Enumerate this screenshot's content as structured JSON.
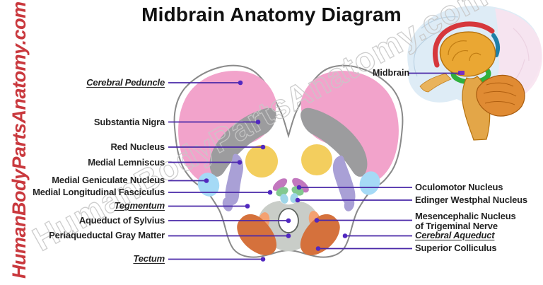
{
  "title": "Midbrain Anatomy Diagram",
  "watermarks": {
    "left_vertical": "HumanBodyPartsAnatomy.com",
    "diagonal": "HumanBodyPartsAnatomy.com"
  },
  "inset": {
    "label": "Midbrain"
  },
  "labels": {
    "left": [
      {
        "text": "Cerebral Peduncle",
        "style": "emphasis",
        "region_color": "#F2A3CB"
      },
      {
        "text": "Substantia Nigra",
        "style": "normal",
        "region_color": "#9C9C9E"
      },
      {
        "text": "Red Nucleus",
        "style": "normal",
        "region_color": "#F3CE5E"
      },
      {
        "text": "Medial Lemniscus",
        "style": "normal",
        "region_color": "#A9A0D6"
      },
      {
        "text": "Medial Geniculate Nucleus",
        "style": "normal",
        "region_color": "#A5DAF6"
      },
      {
        "text": "Medial Longitudinal Fasciculus",
        "style": "normal",
        "region_color": "#82C98F"
      },
      {
        "text": "Tegmentum",
        "style": "emphasis",
        "region_color": "#FFFFFF"
      },
      {
        "text": "Aqueduct of Sylvius",
        "style": "normal",
        "region_color": "#FFFFFF"
      },
      {
        "text": "Periaqueductal Gray Matter",
        "style": "normal",
        "region_color": "#C9CDC8"
      },
      {
        "text": "Tectum",
        "style": "emphasis",
        "region_color": "#FFFFFF"
      }
    ],
    "right": [
      {
        "text": "Oculomotor Nucleus",
        "style": "normal",
        "region_color": "#C277BE"
      },
      {
        "text": "Edinger Westphal Nucleus",
        "style": "normal",
        "region_color": "#9FD6E8"
      },
      {
        "text": "Mesencephalic Nucleus",
        "text2": "of Trigeminal Nerve",
        "style": "normal",
        "region_color": "#F4A171"
      },
      {
        "text": "Cerebral Aqueduct",
        "style": "emphasis",
        "region_color": "#FFFFFF"
      },
      {
        "text": "Superior Colliculus",
        "style": "normal",
        "region_color": "#D5713C"
      }
    ]
  },
  "palette": {
    "leader_line": "#4A28A8",
    "leader_dot": "#5128C0",
    "outline_gray": "#8A8A8A",
    "cerebral_peduncle_pink": "#F2A3CB",
    "substantia_nigra_gray": "#9C9C9E",
    "red_nucleus_yellow": "#F3CE5E",
    "medial_lemniscus_purple": "#A9A0D6",
    "medial_geniculate_cyan": "#A5DAF6",
    "oculomotor_magenta": "#C277BE",
    "edinger_westphal_cyan": "#9FD6E8",
    "mlf_green": "#82C98F",
    "periaqueductal_gray": "#C9CDC8",
    "mesencephalic_salmon": "#F4A171",
    "superior_colliculus_orange": "#D5713C",
    "watermark_red": "#C9383D",
    "watermark_outline_gray": "#C8C8C8",
    "title_black": "#101010"
  }
}
